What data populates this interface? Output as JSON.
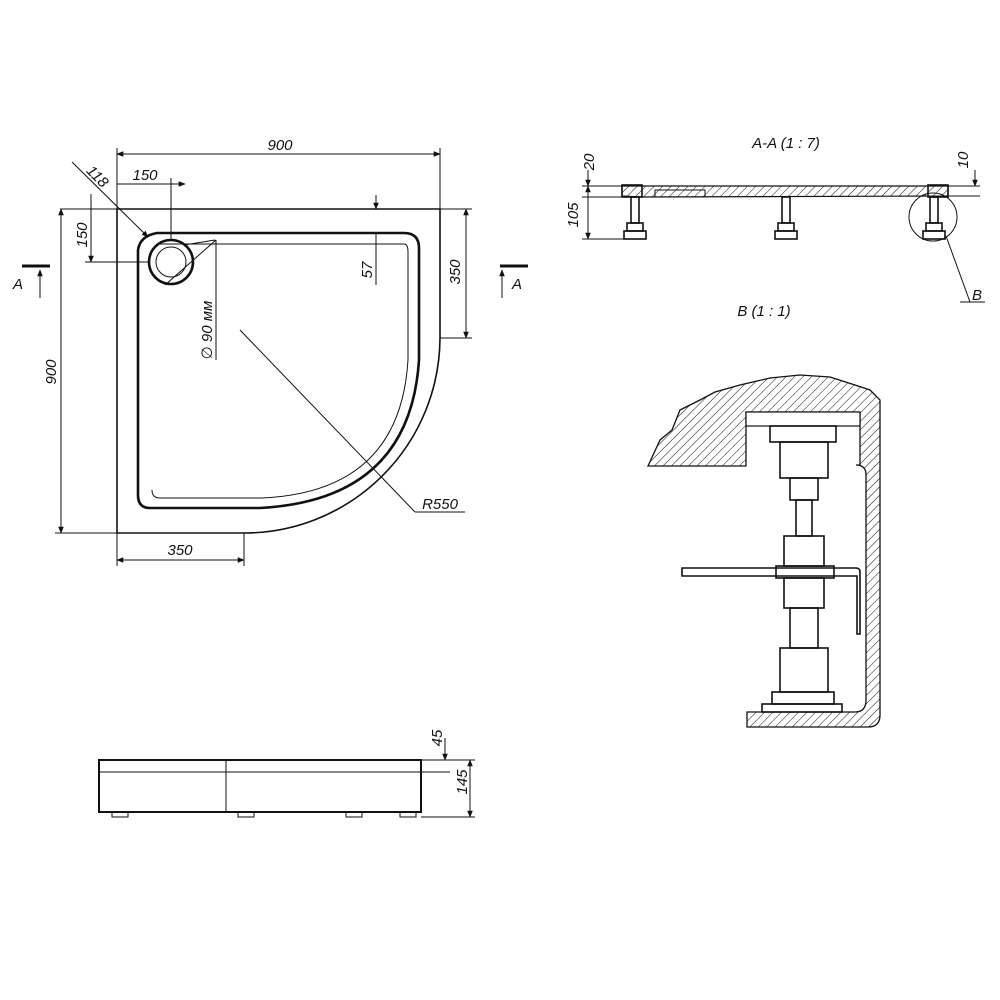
{
  "plan_view": {
    "dim_width_top": "900",
    "dim_corner_offset": "118",
    "dim_drain_x": "150",
    "dim_drain_y": "150",
    "dim_edge_depth": "57",
    "dim_right_straight": "350",
    "dim_height_left": "900",
    "dim_bottom_straight": "350",
    "dim_drain_diameter": "∅ 90 мм",
    "dim_radius": "R550",
    "section_mark_left": "A",
    "section_mark_right": "A"
  },
  "section_view": {
    "title": "A-A (1 : 7)",
    "dim_top_left": "20",
    "dim_top_right": "10",
    "dim_height": "105",
    "detail_callout": "B"
  },
  "detail_view": {
    "title": "B (1 : 1)"
  },
  "side_view": {
    "dim_rim": "45",
    "dim_total": "145"
  },
  "colors": {
    "line": "#111111",
    "background": "#ffffff"
  }
}
